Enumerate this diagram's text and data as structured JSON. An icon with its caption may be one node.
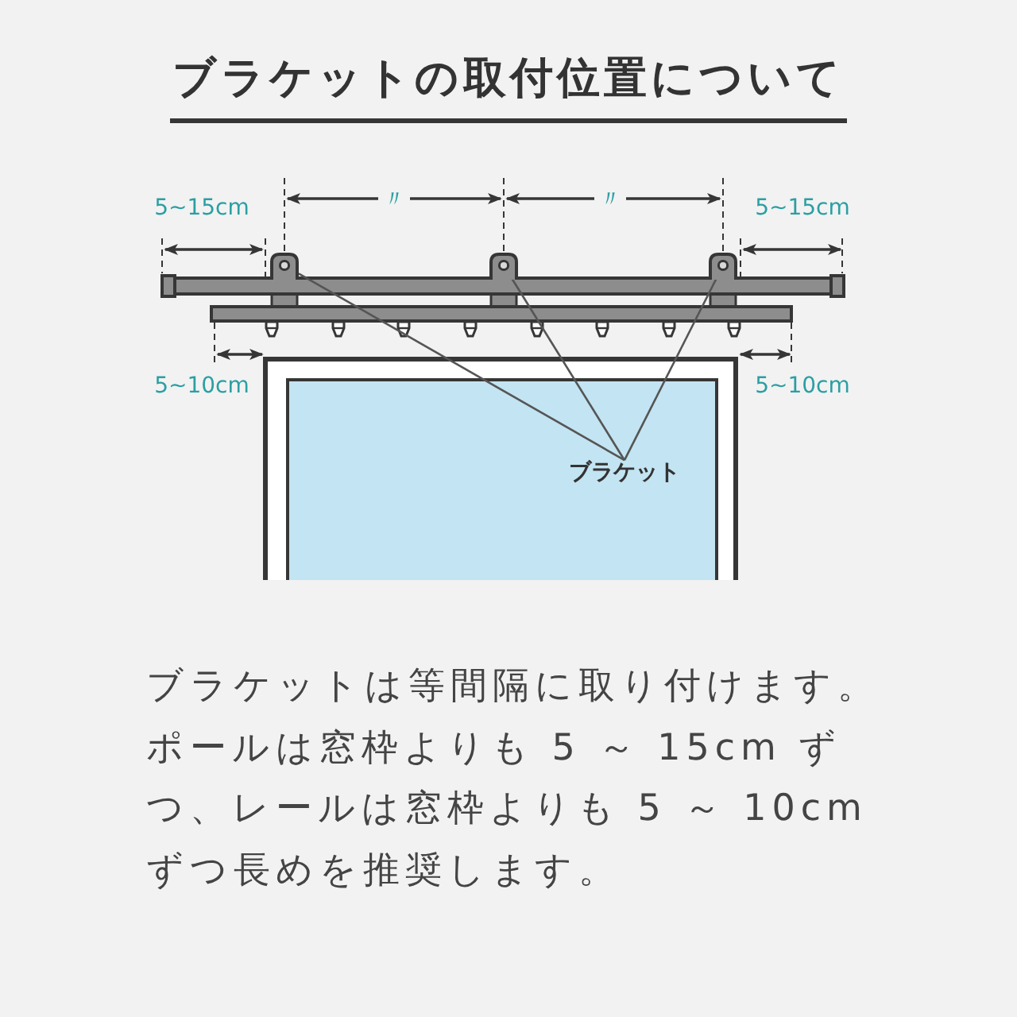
{
  "diagram": {
    "title": "ブラケットの取付位置について",
    "nodes": [
      {
        "text": [],
        "shape": "picture"
      },
      {
        "text": [],
        "shape": "picture"
      },
      {
        "text": [],
        "shape": "picture"
      },
      {
        "text": [
          "ブラケット"
        ]
      }
    ],
    "edges": [
      {
        "from": 3,
        "to": 0,
        "arrow": "none"
      },
      {
        "from": 3,
        "to": 1,
        "arrow": "none"
      },
      {
        "from": 3,
        "to": 2,
        "arrow": "none"
      }
    ],
    "labels": [
      "5~15cm",
      "〃",
      "〃",
      "5~15cm",
      "5~10cm",
      "5~10cm",
      "ブラケットは等間隔に取り付けます。ポールは窓枠よりも 5 ～ 15cm ずつ、レールは窓枠よりも 5 ～ 10cm ずつ長めを推奨します。"
    ]
  }
}
